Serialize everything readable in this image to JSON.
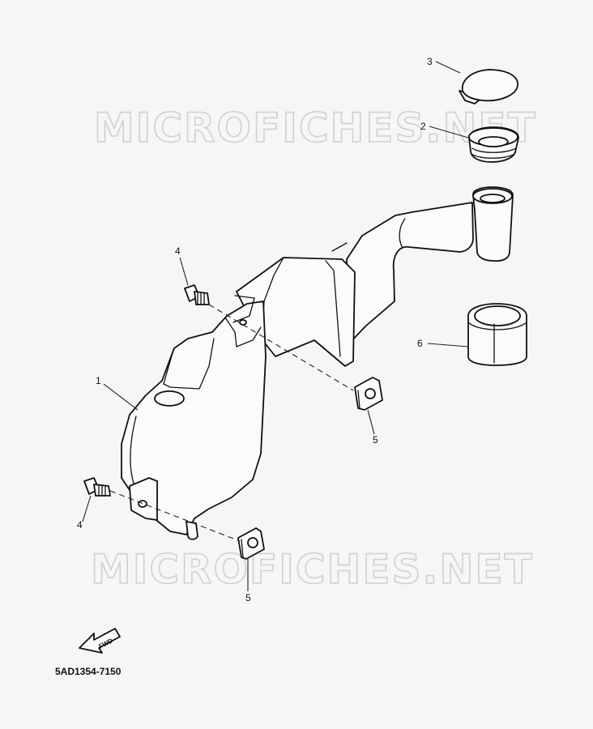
{
  "watermark": {
    "text": "MICROFICHES.NET"
  },
  "callouts": {
    "tank": "1",
    "grommet": "2",
    "cap": "3",
    "bolt_upper": "4",
    "bolt_lower": "4",
    "nut_upper": "5",
    "nut_lower": "5",
    "clamp": "6"
  },
  "fwd_label": "FWD",
  "diagram_code": "5AD1354-7150"
}
